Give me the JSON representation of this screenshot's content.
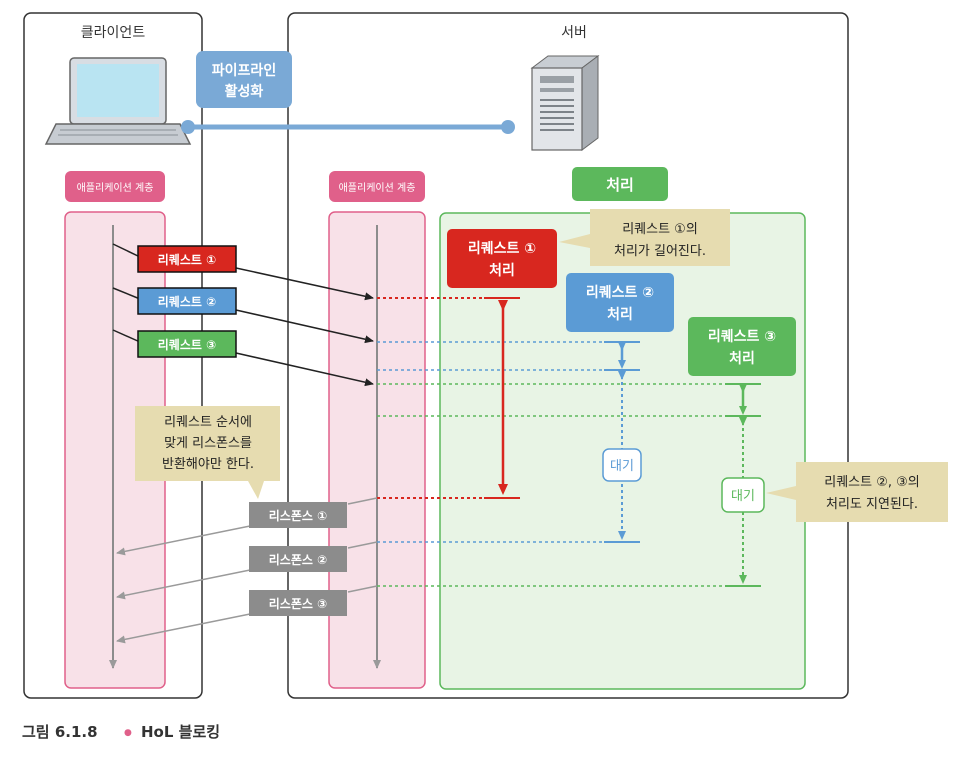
{
  "client": {
    "title": "클라이언트",
    "layer_label": "애플리케이션 계층"
  },
  "server": {
    "title": "서버",
    "layer_label": "애플리케이션 계층",
    "processing_label": "처리"
  },
  "pipeline": {
    "line1": "파이프라인",
    "line2": "활성화"
  },
  "requests": [
    {
      "label": "리퀘스트 ①",
      "color": "#d8271f"
    },
    {
      "label": "리퀘스트 ②",
      "color": "#5b9bd5"
    },
    {
      "label": "리퀘스트 ③",
      "color": "#5cb85c"
    }
  ],
  "responses": [
    {
      "label": "리스폰스 ①"
    },
    {
      "label": "리스폰스 ②"
    },
    {
      "label": "리스폰스 ③"
    }
  ],
  "processing": [
    {
      "line1": "리퀘스트 ①",
      "line2": "처리"
    },
    {
      "line1": "리퀘스트 ②",
      "line2": "처리"
    },
    {
      "line1": "리퀘스트 ③",
      "line2": "처리"
    }
  ],
  "wait_label": "대기",
  "notes": {
    "order": {
      "line1": "리퀘스트 순서에",
      "line2": "맞게 리스폰스를",
      "line3": "반환해야만 한다."
    },
    "long": {
      "line1": "리퀘스트 ①의",
      "line2": "처리가 길어진다."
    },
    "delay": {
      "line1": "리퀘스트 ②, ③의",
      "line2": "처리도 지연된다."
    }
  },
  "caption": {
    "prefix": "그림 6.1.8",
    "bullet": "●",
    "title": "HoL 블로킹"
  },
  "colors": {
    "red": "#d8271f",
    "blue": "#5b9bd5",
    "green": "#5cb85c",
    "pink_fill": "#f8e1e8",
    "pink_stroke": "#e0608a",
    "green_fill": "#e8f4e5",
    "note_fill": "#e6dcb0",
    "gray": "#9a9a9a"
  },
  "icons": [
    "laptop-icon",
    "server-icon"
  ]
}
